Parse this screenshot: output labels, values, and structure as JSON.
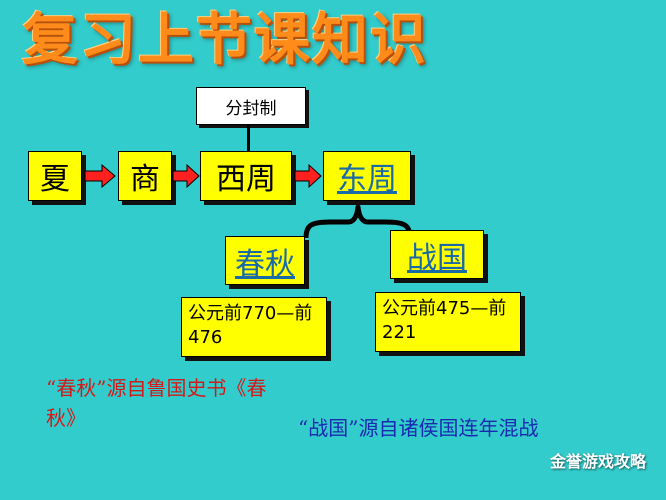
{
  "title": "复习上节课知识",
  "fenfeng_label": "分封制",
  "dynasties": [
    {
      "label": "夏",
      "link": false
    },
    {
      "label": "商",
      "link": false
    },
    {
      "label": "西周",
      "link": false
    },
    {
      "label": "东周",
      "link": true
    }
  ],
  "sub_periods": [
    {
      "label": "春秋",
      "link": true,
      "dates": "公元前770—前476"
    },
    {
      "label": "战国",
      "link": true,
      "dates": "公元前475—前221"
    }
  ],
  "notes": {
    "chunqiu": "“春秋”源自鲁国史书《春秋》",
    "zhanguo": "“战国”源自诸侯国连年混战"
  },
  "watermark": "金誉游戏攻略",
  "colors": {
    "background": "#33cccc",
    "box": "#ffff00",
    "arrow": "#ff2020",
    "title": "#ff8c1a"
  }
}
